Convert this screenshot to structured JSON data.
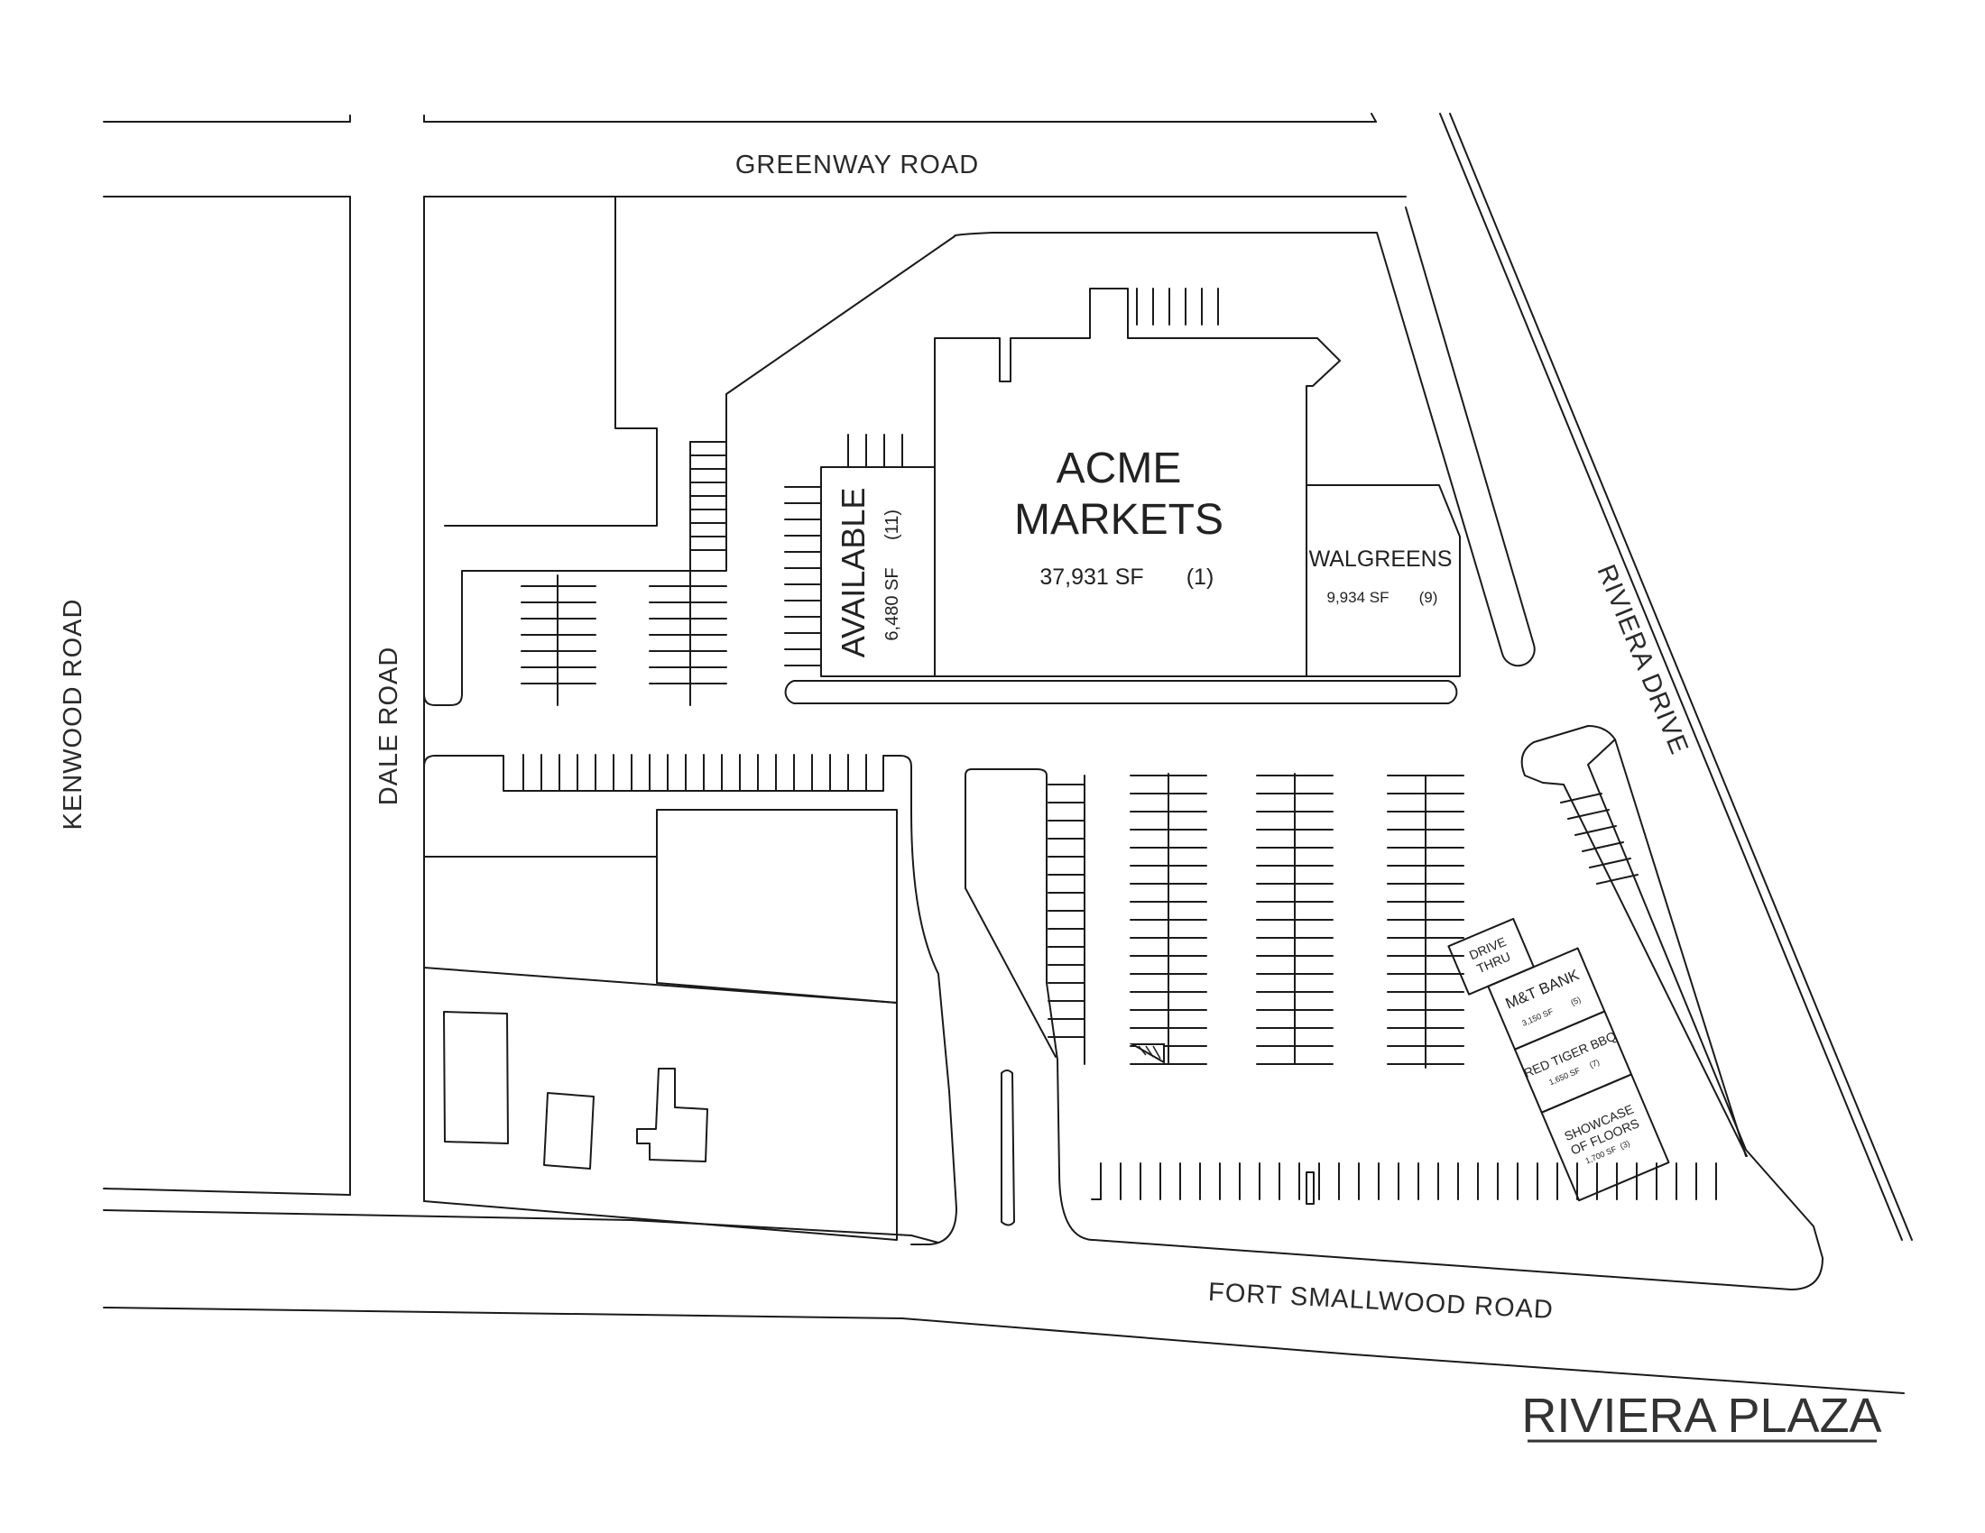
{
  "map": {
    "roads": {
      "greenway": "GREENWAY ROAD",
      "kenwood": "KENWOOD ROAD",
      "dale": "DALE ROAD",
      "riviera": "RIVIERA DRIVE",
      "fort_smallwood": "FORT SMALLWOOD ROAD"
    },
    "tenants": {
      "acme": {
        "name_line1": "ACME",
        "name_line2": "MARKETS",
        "size": "37,931 SF",
        "unit": "(1)"
      },
      "available": {
        "name": "AVAILABLE",
        "size": "6,480 SF",
        "unit": "(11)"
      },
      "walgreens": {
        "name": "WALGREENS",
        "size": "9,934 SF",
        "unit": "(9)"
      },
      "drive_thru": {
        "line1": "DRIVE",
        "line2": "THRU"
      },
      "mt_bank": {
        "name": "M&T BANK",
        "size": "3,150 SF",
        "unit": "(5)"
      },
      "red_tiger": {
        "name": "RED TIGER BBQ",
        "size": "1,650 SF",
        "unit": "(7)"
      },
      "showcase": {
        "line1": "SHOWCASE",
        "line2": "OF FLOORS",
        "size": "1,700 SF",
        "unit": "(3)"
      }
    },
    "title": "RIVIERA PLAZA"
  }
}
